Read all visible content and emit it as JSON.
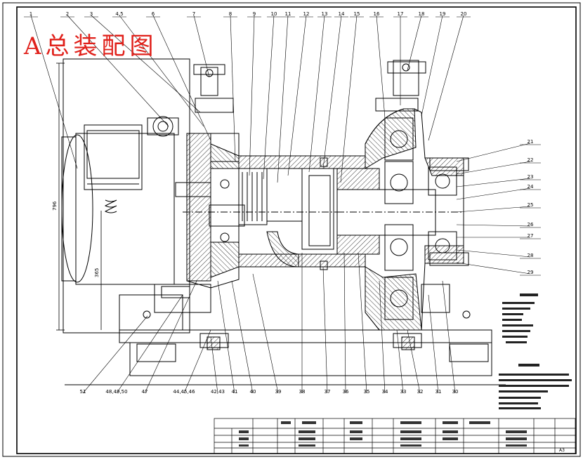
{
  "title": "A总装配图",
  "drawing_number": "A3",
  "dim_left": "796",
  "dim_inner": "365",
  "callouts_top": [
    "1",
    "2",
    "3",
    "4,5",
    "6",
    "7",
    "8",
    "9",
    "10",
    "11",
    "12",
    "13",
    "14",
    "15",
    "16",
    "17",
    "18",
    "19",
    "20"
  ],
  "callouts_right": [
    "21",
    "22",
    "23",
    "24",
    "25",
    "26",
    "27",
    "28",
    "29"
  ],
  "callouts_bottom": [
    "51",
    "48,49,50",
    "47",
    "44,45,46",
    "42,43",
    "41",
    "40",
    "39",
    "38",
    "37",
    "36",
    "35",
    "34",
    "33",
    "32",
    "31",
    "30"
  ],
  "colors": {
    "ink": "#000000",
    "title": "#e0201a",
    "hatch": "#222222"
  }
}
